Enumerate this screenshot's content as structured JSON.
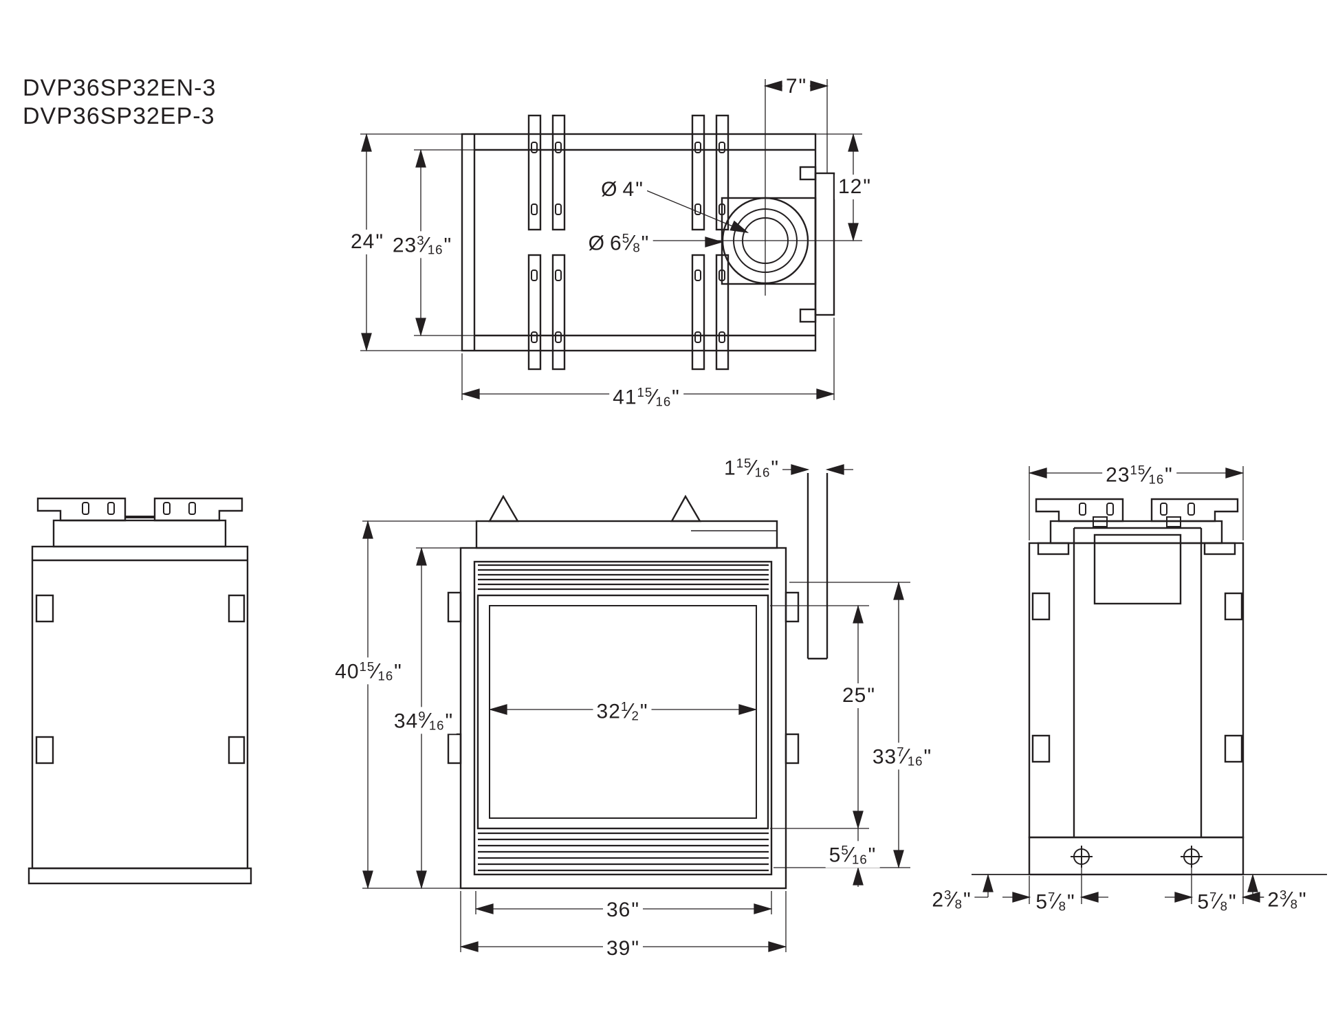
{
  "title": {
    "model_1": "DVP36SP32EN-3",
    "model_2": "DVP36SP32EP-3"
  },
  "colors": {
    "line": "#231f20",
    "background": "#ffffff"
  },
  "views": {
    "top": {
      "dims": {
        "vent_to_edge": {
          "whole": "7",
          "unit": "\""
        },
        "vent_centerline": {
          "whole": "12",
          "unit": "\""
        },
        "depth_overall": {
          "whole": "24",
          "unit": "\""
        },
        "depth_body": {
          "whole": "23",
          "num": "3",
          "den": "16",
          "unit": "\""
        },
        "width_overall": {
          "whole": "41",
          "num": "15",
          "den": "16",
          "unit": "\""
        },
        "flue_inner_dia": {
          "prefix": "Ø",
          "whole": "4",
          "unit": "\""
        },
        "flue_outer_dia": {
          "prefix": "Ø",
          "whole": "6",
          "num": "5",
          "den": "8",
          "unit": "\""
        }
      }
    },
    "front": {
      "dims": {
        "standoff_depth": {
          "whole": "1",
          "num": "15",
          "den": "16",
          "unit": "\""
        },
        "height_overall": {
          "whole": "40",
          "num": "15",
          "den": "16",
          "unit": "\""
        },
        "height_body": {
          "whole": "34",
          "num": "9",
          "den": "16",
          "unit": "\""
        },
        "glass_width": {
          "whole": "32",
          "num": "1",
          "den": "2",
          "unit": "\""
        },
        "glass_height": {
          "whole": "25",
          "unit": "\""
        },
        "opening_height": {
          "whole": "33",
          "num": "7",
          "den": "16",
          "unit": "\""
        },
        "base_height": {
          "whole": "5",
          "num": "5",
          "den": "16",
          "unit": "\""
        },
        "width_face": {
          "whole": "36",
          "unit": "\""
        },
        "width_overall": {
          "whole": "39",
          "unit": "\""
        }
      }
    },
    "rear": {
      "dims": {
        "width_overall": {
          "whole": "23",
          "num": "15",
          "den": "16",
          "unit": "\""
        },
        "edge_left": {
          "whole": "2",
          "num": "3",
          "den": "8",
          "unit": "\""
        },
        "hole_left": {
          "whole": "5",
          "num": "7",
          "den": "8",
          "unit": "\""
        },
        "hole_right": {
          "whole": "5",
          "num": "7",
          "den": "8",
          "unit": "\""
        },
        "edge_right": {
          "whole": "2",
          "num": "3",
          "den": "8",
          "unit": "\""
        }
      }
    }
  }
}
